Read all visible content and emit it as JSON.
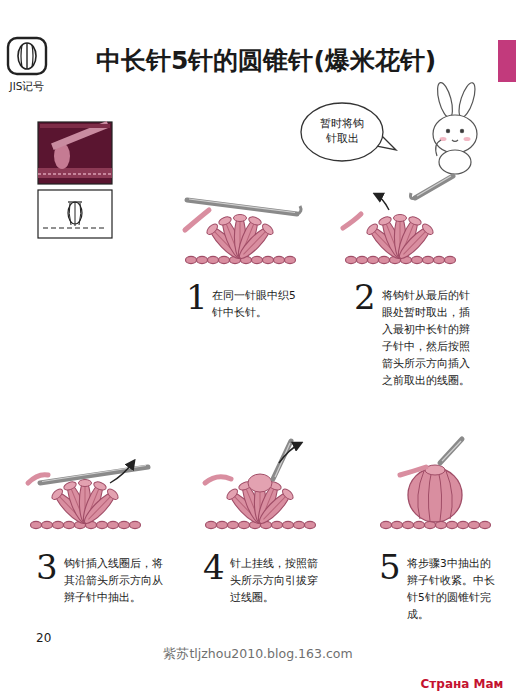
{
  "diagram": {
    "title": "中长针5针的圆锥针(爆米花针)",
    "nodes": [
      {
        "text": [
          "暂时将钩针取出"
        ]
      }
    ],
    "labels": [
      "JIS记号",
      "1",
      "在同一针眼中织5针中长针。",
      "2",
      "将钩针从最后的针眼处暂时取出，插入最初中长针的辫子针中，然后按照箭头所示方向插入之前取出的线圈。",
      "3",
      "钩针插入线圈后，将其沿箭头所示方向从辫子针中抽出。",
      "4",
      "针上挂线，按照箭头所示方向引拔穿过线圈。",
      "5",
      "将步骤3中抽出的辫子针收紧。中长针5针的圆锥针完成。",
      "20",
      "紫苏tljzhou2010.blog.163.com",
      "Страна Мам"
    ]
  }
}
